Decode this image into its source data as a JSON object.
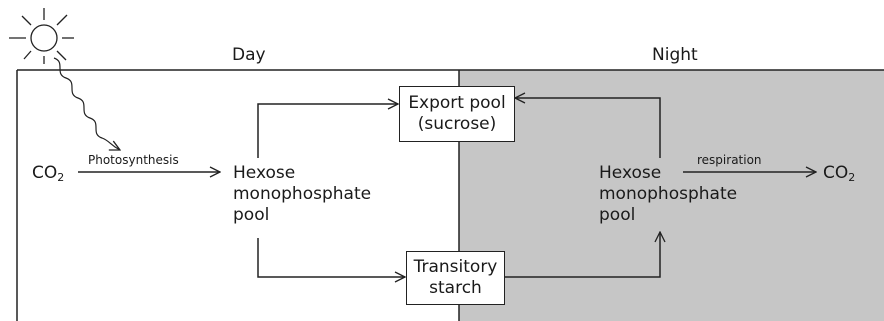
{
  "headers": {
    "day": "Day",
    "night": "Night"
  },
  "colors": {
    "night_fill": "#c6c6c6",
    "stroke": "#222222"
  },
  "co2_left": {
    "base": "CO",
    "sub": "2"
  },
  "co2_right": {
    "base": "CO",
    "sub": "2"
  },
  "photosynthesis": "Photosynthesis",
  "respiration": "respiration",
  "hexose_day": [
    "Hexose",
    "monophosphate",
    "pool"
  ],
  "hexose_night": [
    "Hexose",
    "monophosphate",
    "pool"
  ],
  "export_pool": [
    "Export pool",
    "(sucrose)"
  ],
  "transitory_starch": [
    "Transitory",
    "starch"
  ],
  "icons": {
    "sun": "sun-icon",
    "light": "wavy-light-arrow-icon"
  }
}
